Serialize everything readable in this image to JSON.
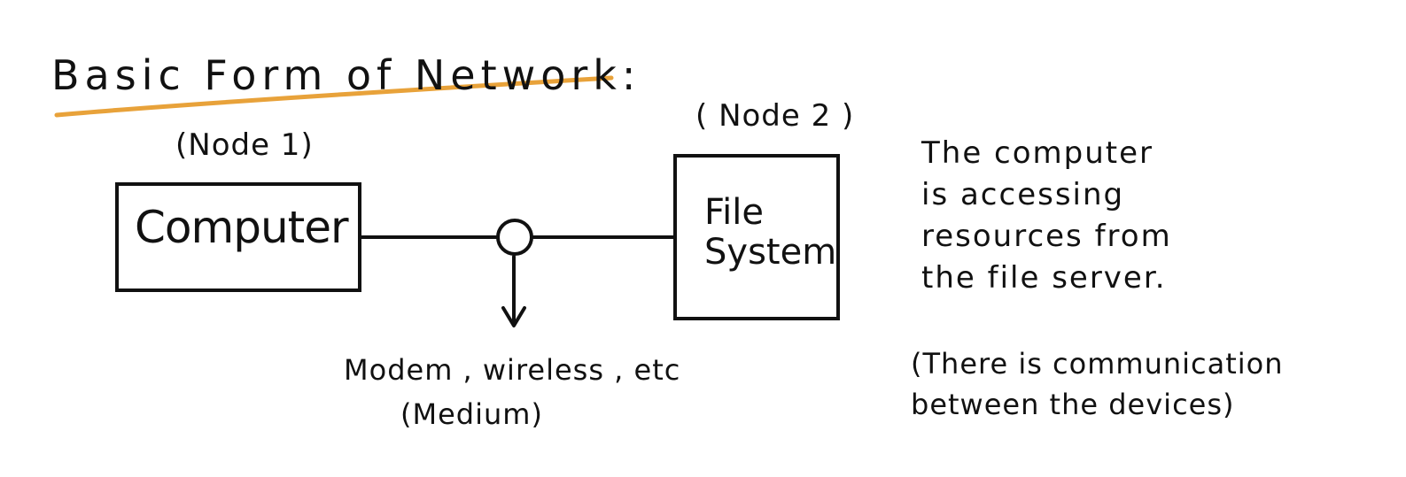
{
  "title": "Basic Form of Network:",
  "colors": {
    "ink": "#111111",
    "underline": "#E8A23A",
    "background": "#FFFFFF"
  },
  "nodes": {
    "node1": {
      "tag": "(Node 1)",
      "label": "Computer"
    },
    "node2": {
      "tag": "( Node 2 )",
      "label": "File System"
    }
  },
  "medium": {
    "label": "Modem , wireless , etc",
    "sub_label": "(Medium)"
  },
  "notes": {
    "description_lines": [
      "The computer",
      "is accessing",
      "resources from",
      "the file server."
    ],
    "communication_lines": [
      "(There is communication",
      "between the devices)"
    ]
  }
}
